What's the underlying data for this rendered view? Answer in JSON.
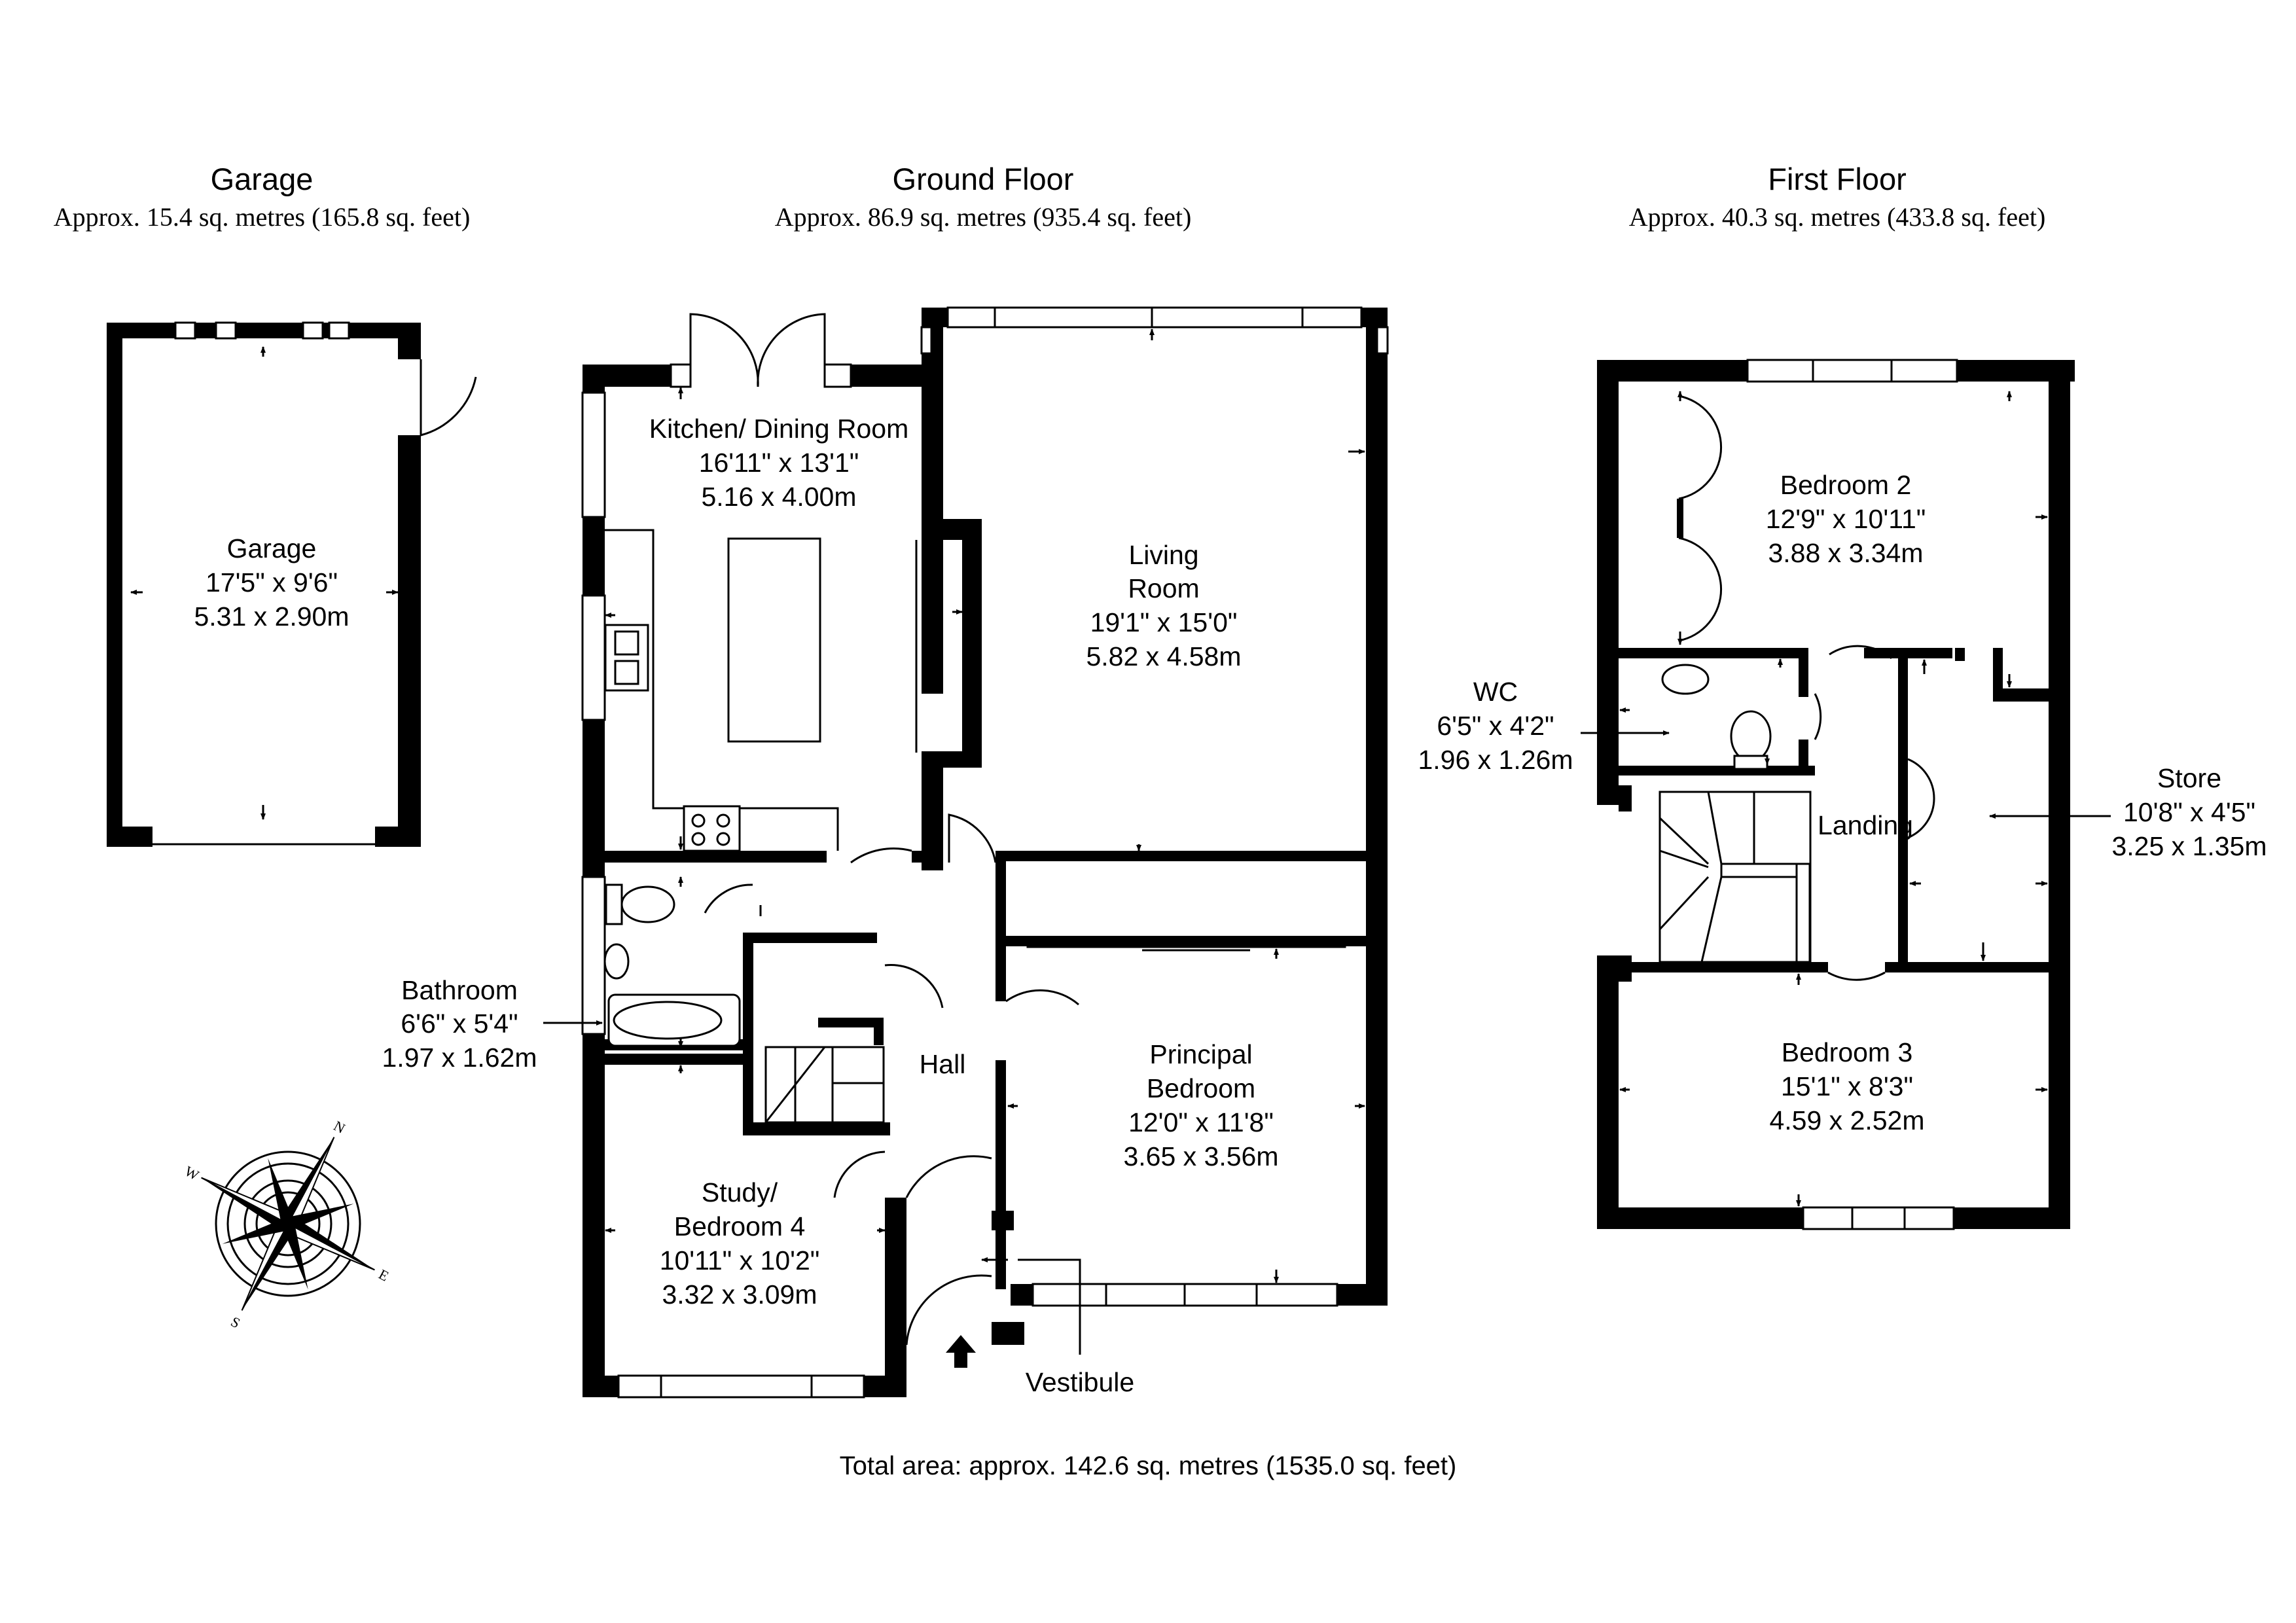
{
  "floors": [
    {
      "title": "Garage",
      "area": "Approx. 15.4 sq. metres (165.8 sq. feet)"
    },
    {
      "title": "Ground Floor",
      "area": "Approx. 86.9 sq. metres (935.4 sq. feet)"
    },
    {
      "title": "First Floor",
      "area": "Approx. 40.3 sq. metres (433.8 sq. feet)"
    }
  ],
  "rooms": {
    "garage": [
      "Garage",
      "17'5\" x 9'6\"",
      "5.31 x 2.90m"
    ],
    "kitchen": [
      "Kitchen/ Dining Room",
      "16'11\" x 13'1\"",
      "5.16 x 4.00m"
    ],
    "living": [
      "Living",
      "Room",
      "19'1\" x 15'0\"",
      "5.82 x 4.58m"
    ],
    "bathroom": [
      "Bathroom",
      "6'6\" x 5'4\"",
      "1.97 x 1.62m"
    ],
    "hall": [
      "Hall"
    ],
    "principal": [
      "Principal",
      "Bedroom",
      "12'0\" x 11'8\"",
      "3.65 x 3.56m"
    ],
    "study": [
      "Study/",
      "Bedroom 4",
      "10'11\" x 10'2\"",
      "3.32 x 3.09m"
    ],
    "vestibule": [
      "Vestibule"
    ],
    "bedroom2": [
      "Bedroom 2",
      "12'9\" x 10'11\"",
      "3.88 x 3.34m"
    ],
    "wc": [
      "WC",
      "6'5\" x 4'2\"",
      "1.96 x 1.26m"
    ],
    "landing": [
      "Landing"
    ],
    "store": [
      "Store",
      "10'8\" x 4'5\"",
      "3.25 x 1.35m"
    ],
    "bedroom3": [
      "Bedroom 3",
      "15'1\" x 8'3\"",
      "4.59 x 2.52m"
    ]
  },
  "total_area": "Total area: approx. 142.6 sq. metres (1535.0 sq. feet)",
  "compass": {
    "north": "N",
    "east": "E",
    "south": "S",
    "west": "W"
  }
}
